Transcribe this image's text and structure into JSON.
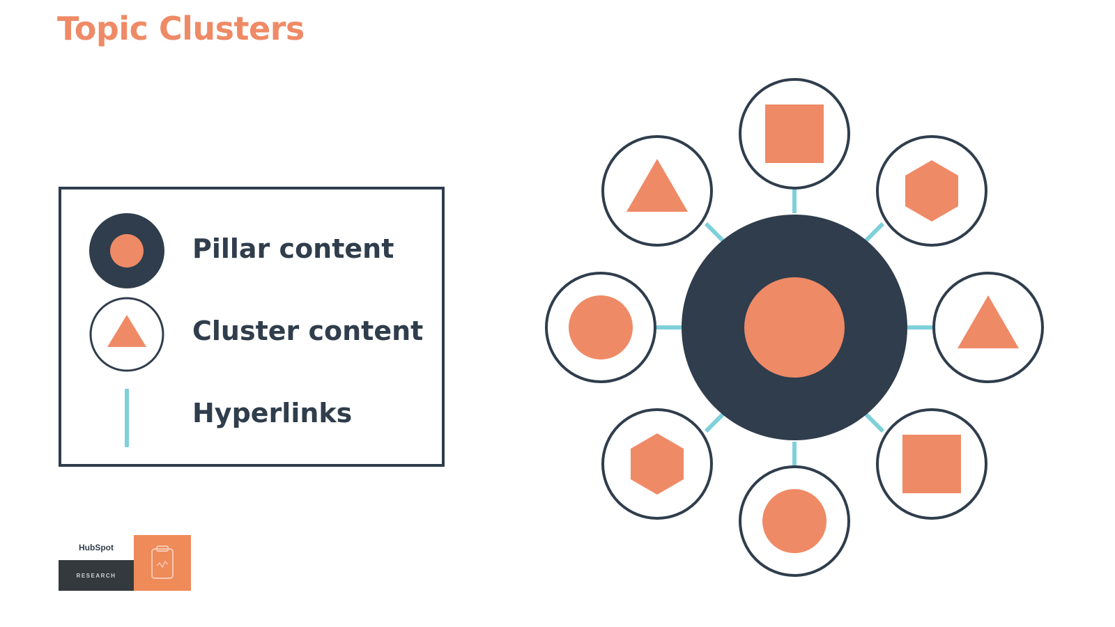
{
  "title": "Topic Clusters",
  "legend": {
    "pillar_label": "Pillar content",
    "cluster_label": "Cluster content",
    "hyperlinks_label": "Hyperlinks"
  },
  "diagram": {
    "center": "pillar content",
    "clusters": [
      "square",
      "hexagon",
      "triangle",
      "square",
      "circle",
      "hexagon",
      "circle",
      "triangle"
    ]
  },
  "logo": {
    "brand": "HubSpot",
    "subtitle": "RESEARCH"
  },
  "colors": {
    "accent_orange": "#ef8a66",
    "dark_navy": "#2f3d4c",
    "link_teal": "#7fd0da"
  }
}
